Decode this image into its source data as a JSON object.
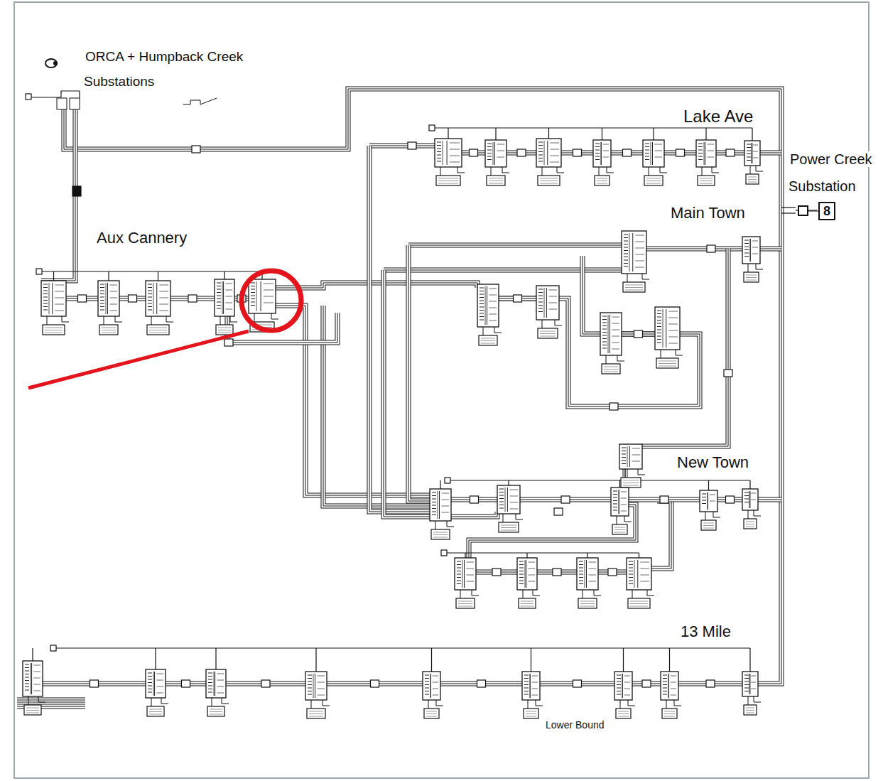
{
  "diagram": {
    "nodes": [
      {
        "text": [
          "8"
        ]
      }
    ],
    "labels": [
      "ORCA + Humpback Creek Substations",
      "Lake Ave",
      "Power Creek Substation",
      "Main Town",
      "Aux Cannery",
      "New Town",
      "13 Mile",
      "Lower Bound"
    ]
  }
}
